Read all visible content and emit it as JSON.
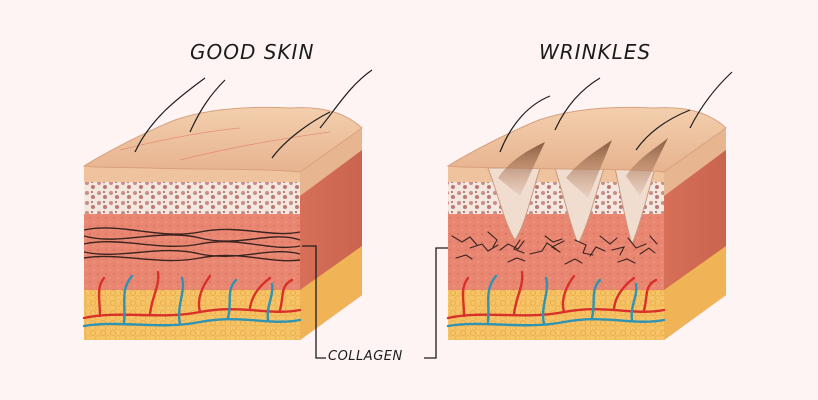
{
  "diagram": {
    "left_title": "GOOD SKIN",
    "right_title": "WRINKLES",
    "callout_label": "COLLAGEN"
  },
  "colors": {
    "background": "#fdf4f3",
    "epidermis": "#efc3a0",
    "dermis": "#e98671",
    "side_dermis": "#dc7a63",
    "fat_layer": "#f7c76a",
    "collagen_fiber": "#3b2320",
    "artery": "#d9302a",
    "vein": "#2f93b4",
    "label_text": "#1c1c1c"
  }
}
